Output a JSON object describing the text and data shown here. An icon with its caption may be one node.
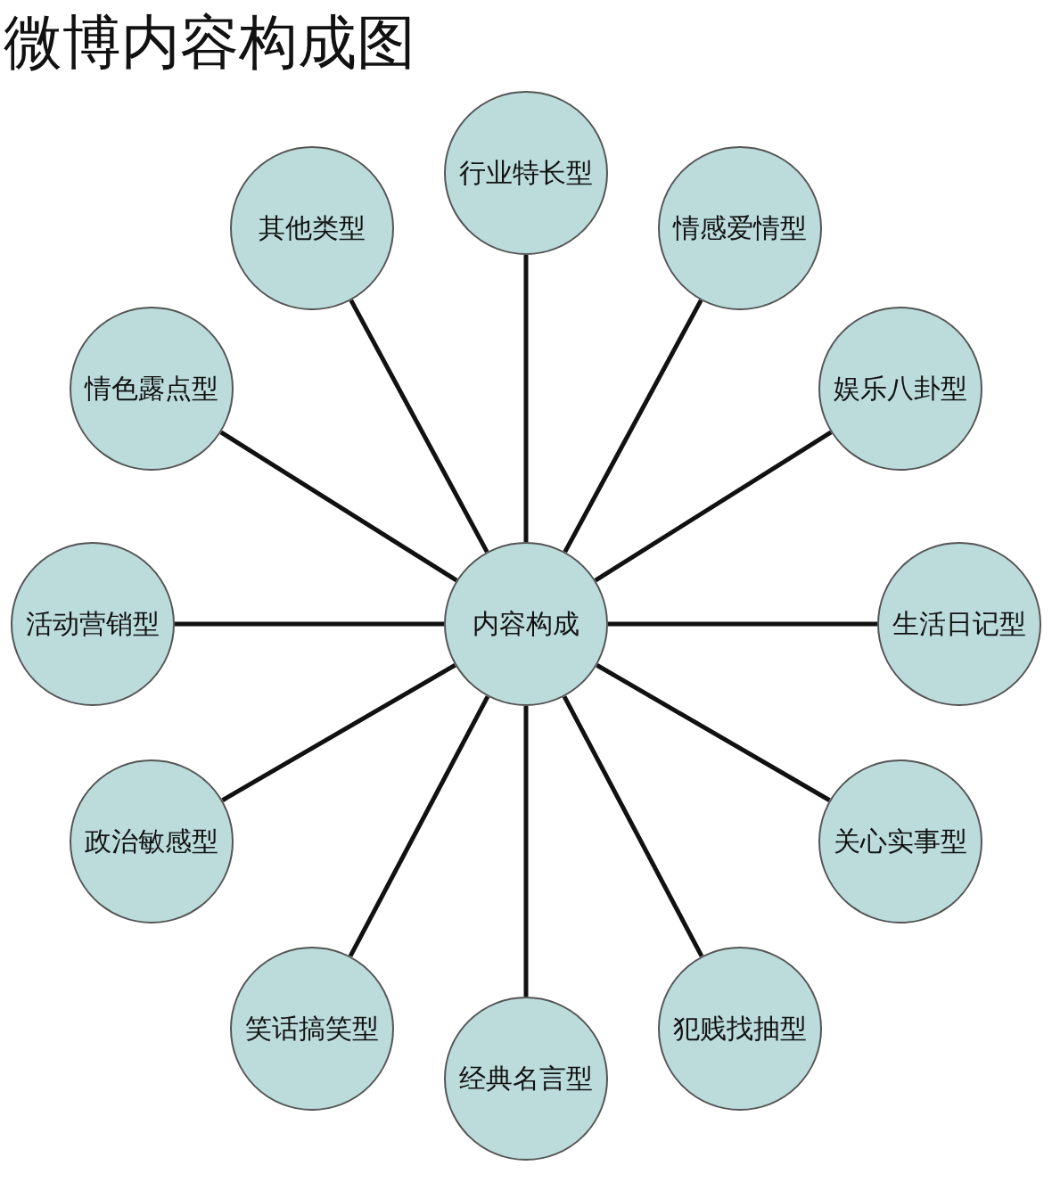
{
  "diagram": {
    "title": "微博内容构成图",
    "nodes": [
      {
        "text": [
          "内容构成"
        ]
      },
      {
        "text": [
          "行业特长型"
        ]
      },
      {
        "text": [
          "情感爱情型"
        ]
      },
      {
        "text": [
          "娱乐八卦型"
        ]
      },
      {
        "text": [
          "生活日记型"
        ]
      },
      {
        "text": [
          "关心实事型"
        ]
      },
      {
        "text": [
          "犯贱找抽型"
        ]
      },
      {
        "text": [
          "经典名言型"
        ]
      },
      {
        "text": [
          "笑话搞笑型"
        ]
      },
      {
        "text": [
          "政治敏感型"
        ]
      },
      {
        "text": [
          "活动营销型"
        ]
      },
      {
        "text": [
          "情色露点型"
        ]
      },
      {
        "text": [
          "其他类型"
        ]
      }
    ],
    "edges": [
      {
        "from": 0,
        "to": 1,
        "arrow": "none"
      },
      {
        "from": 0,
        "to": 2,
        "arrow": "none"
      },
      {
        "from": 0,
        "to": 3,
        "arrow": "none"
      },
      {
        "from": 0,
        "to": 4,
        "arrow": "none"
      },
      {
        "from": 0,
        "to": 5,
        "arrow": "none"
      },
      {
        "from": 0,
        "to": 6,
        "arrow": "none"
      },
      {
        "from": 0,
        "to": 7,
        "arrow": "none"
      },
      {
        "from": 0,
        "to": 8,
        "arrow": "none"
      },
      {
        "from": 0,
        "to": 9,
        "arrow": "none"
      },
      {
        "from": 0,
        "to": 10,
        "arrow": "none"
      },
      {
        "from": 0,
        "to": 11,
        "arrow": "none"
      },
      {
        "from": 0,
        "to": 12,
        "arrow": "none"
      }
    ]
  }
}
